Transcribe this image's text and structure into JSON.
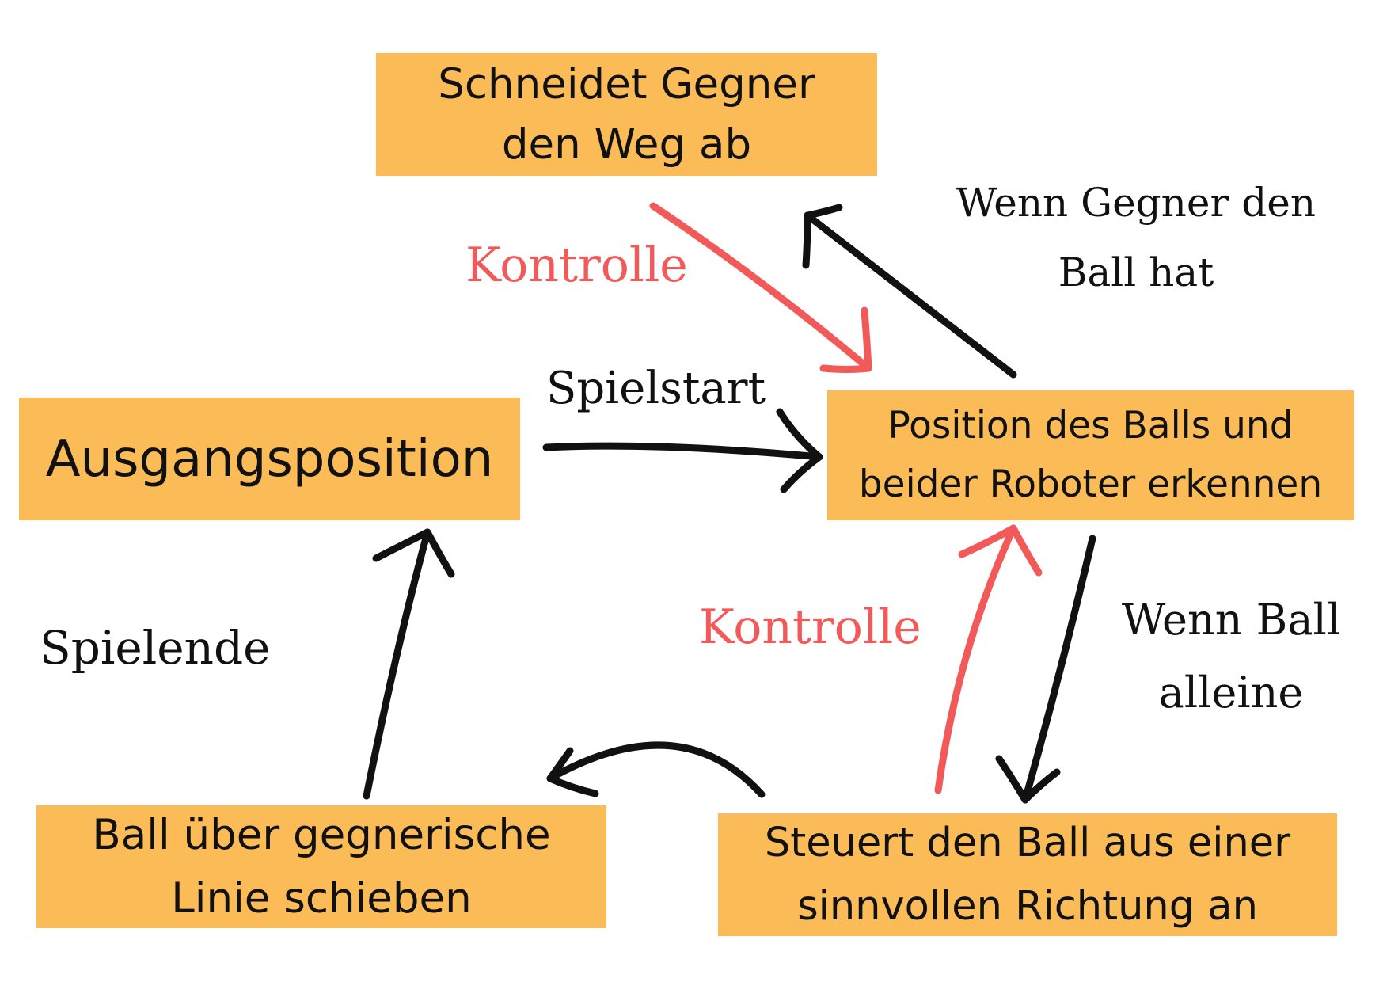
{
  "colors": {
    "box_fill": "#fbbc58",
    "arrow_black": "#111111",
    "arrow_red": "#f25a5a",
    "text": "#111111"
  },
  "nodes": {
    "schneidet": {
      "line1": "Schneidet Gegner",
      "line2": "den Weg ab"
    },
    "ausgang": {
      "line1": "Ausgangsposition"
    },
    "position": {
      "line1": "Position des Balls und",
      "line2": "beider Roboter erkennen"
    },
    "ball_linie": {
      "line1": "Ball über gegnerische",
      "line2": "Linie schieben"
    },
    "steuert": {
      "line1": "Steuert den Ball aus einer",
      "line2": "sinnvollen Richtung an"
    }
  },
  "edge_labels": {
    "kontrolle_top": "Kontrolle",
    "kontrolle_bottom": "Kontrolle",
    "spielstart": "Spielstart",
    "spielende": "Spielende",
    "gegner_ball": {
      "line1": "Wenn Gegner den",
      "line2": "Ball hat"
    },
    "ball_alleine": {
      "line1": "Wenn Ball",
      "line2": "alleine"
    }
  }
}
